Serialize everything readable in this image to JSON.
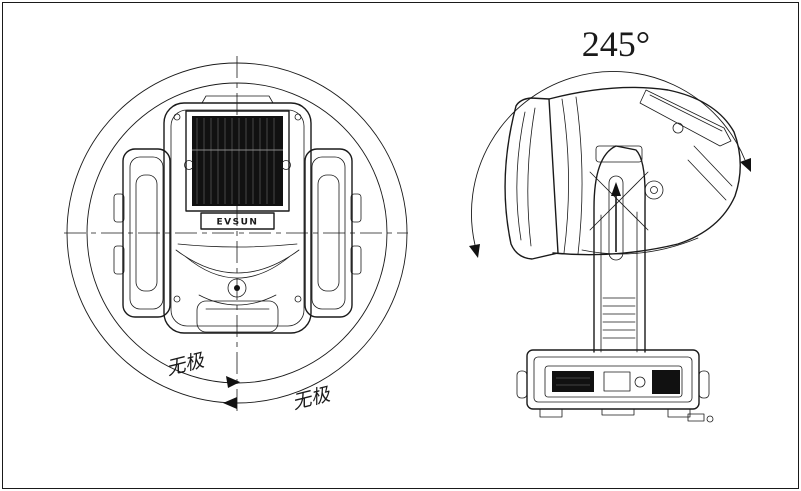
{
  "page": {
    "background": "#ffffff",
    "frame_color": "#1a1a1a"
  },
  "drawing": {
    "line_color": "#1a1a1a",
    "top_view": {
      "pan_label_left": "无极",
      "pan_label_right": "无极",
      "brand_label": "EVSUN"
    },
    "side_view": {
      "tilt_angle": "245°"
    },
    "icons": {
      "pan_arrow_ccw": "right-arrowhead",
      "pan_arrow_cw": "left-arrowhead",
      "tilt_arc_start_arrow": "down-left-arrowhead",
      "tilt_arc_end_arrow": "down-right-arrowhead"
    }
  }
}
